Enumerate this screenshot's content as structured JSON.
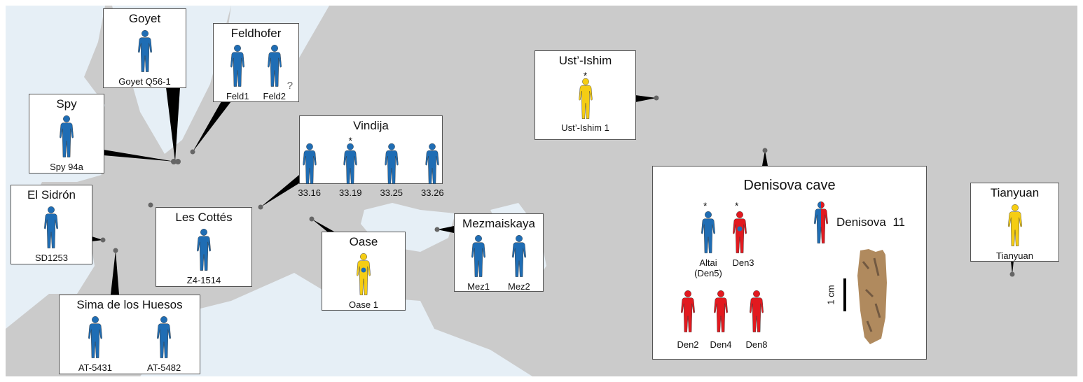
{
  "colors": {
    "neanderthal": "#1f6db4",
    "denisovan": "#e2191f",
    "modern": "#f5cd14",
    "sea": "#e6eff6",
    "land": "#cbcbcb"
  },
  "sites": [
    {
      "id": "goyet",
      "title": "Goyet",
      "individuals": [
        {
          "label": "Goyet Q56-1",
          "type": "neanderthal"
        }
      ]
    },
    {
      "id": "feldhofer",
      "title": "Feldhofer",
      "individuals": [
        {
          "label": "Feld1",
          "type": "neanderthal"
        },
        {
          "label": "Feld2",
          "type": "neanderthal",
          "question": "?"
        }
      ]
    },
    {
      "id": "spy",
      "title": "Spy",
      "individuals": [
        {
          "label": "Spy 94a",
          "type": "neanderthal"
        }
      ]
    },
    {
      "id": "vindija",
      "title": "Vindija",
      "individuals": [
        {
          "label": "33.16",
          "type": "neanderthal"
        },
        {
          "label": "33.19",
          "type": "neanderthal",
          "star": "*"
        },
        {
          "label": "33.25",
          "type": "neanderthal"
        },
        {
          "label": "33.26",
          "type": "neanderthal"
        }
      ]
    },
    {
      "id": "elsidron",
      "title": "El Sidrón",
      "individuals": [
        {
          "label": "SD1253",
          "type": "neanderthal"
        }
      ]
    },
    {
      "id": "lescottes",
      "title": "Les Cottés",
      "individuals": [
        {
          "label": "Z4-1514",
          "type": "neanderthal"
        }
      ]
    },
    {
      "id": "oase",
      "title": "Oase",
      "individuals": [
        {
          "label": "Oase 1",
          "type": "modern-neanderthal-dot"
        }
      ]
    },
    {
      "id": "mezmaiskaya",
      "title": "Mezmaiskaya",
      "individuals": [
        {
          "label": "Mez1",
          "type": "neanderthal"
        },
        {
          "label": "Mez2",
          "type": "neanderthal"
        }
      ]
    },
    {
      "id": "sima",
      "title": "Sima de los Huesos",
      "individuals": [
        {
          "label": "AT-5431",
          "type": "neanderthal"
        },
        {
          "label": "AT-5482",
          "type": "neanderthal"
        }
      ]
    },
    {
      "id": "ustishim",
      "title": "Ust’-Ishim",
      "individuals": [
        {
          "label": "Ust’-Ishim 1",
          "type": "modern",
          "star": "*"
        }
      ]
    },
    {
      "id": "tianyuan",
      "title": "Tianyuan",
      "individuals": [
        {
          "label": "Tianyuan",
          "type": "modern"
        }
      ]
    }
  ],
  "denisova": {
    "title": "Denisova cave",
    "altai": {
      "label1": "Altai",
      "label2": "(Den5)",
      "star": "*"
    },
    "den3": {
      "label": "Den3",
      "star": "*"
    },
    "den2": "Den2",
    "den4": "Den4",
    "den8": "Den8",
    "den11": {
      "name": "Denisova",
      "number": "11"
    },
    "scale": "1 cm"
  }
}
